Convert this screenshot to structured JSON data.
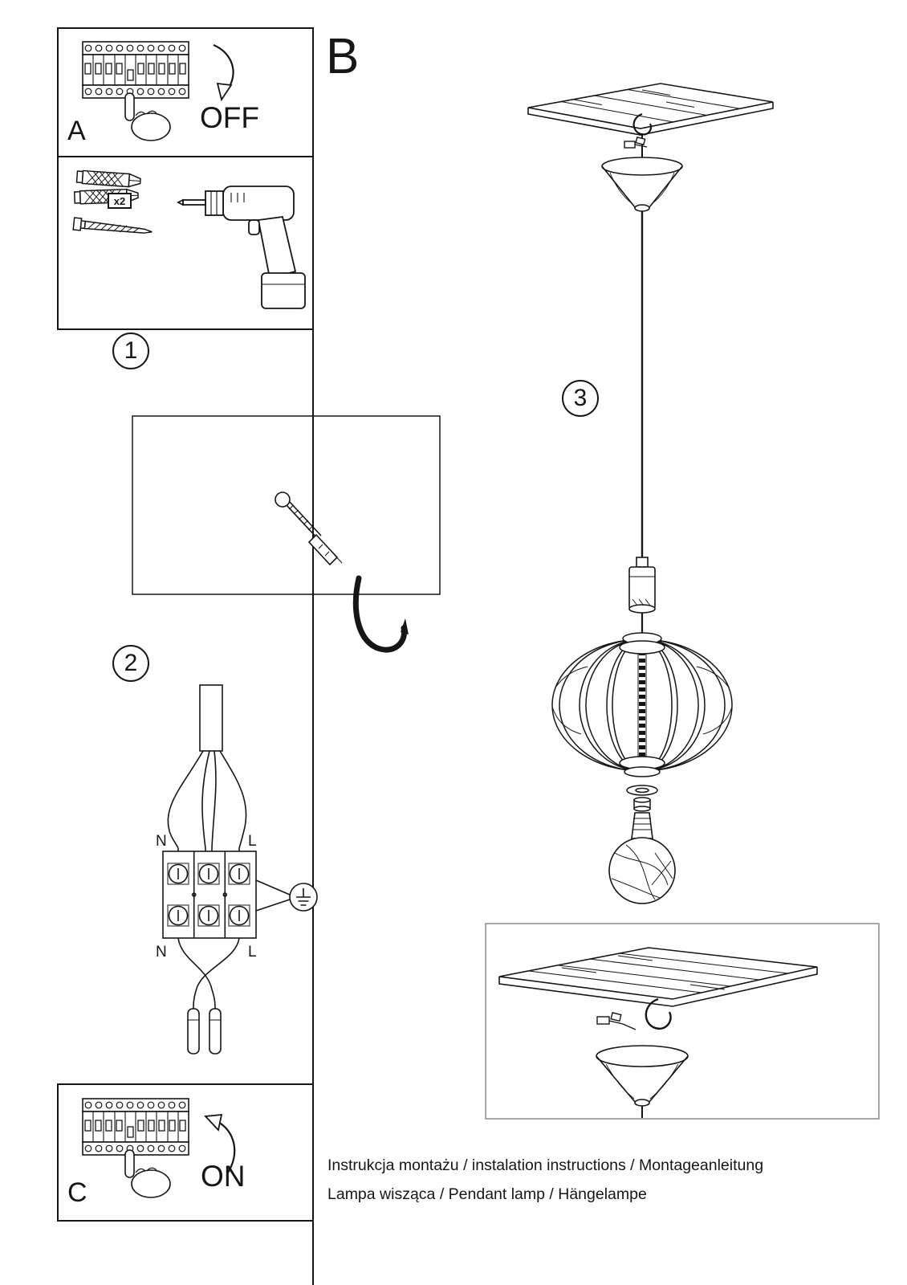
{
  "sections": {
    "a_label": "A",
    "b_label": "B",
    "c_label": "C"
  },
  "steps": {
    "one": "1",
    "two": "2",
    "three": "3"
  },
  "power": {
    "off": "OFF",
    "on": "ON"
  },
  "hardware": {
    "anchor_quantity": "x2"
  },
  "wiring": {
    "n_top": "N",
    "l_top": "L",
    "n_bottom": "N",
    "l_bottom": "L"
  },
  "footer": {
    "line1": "Instrukcja montażu / instalation instructions / Montageanleitung",
    "line2": "Lampa wisząca / Pendant lamp / Hängelampe"
  },
  "colors": {
    "ink": "#161616",
    "paper": "#ffffff",
    "detail_box_border": "#8a8a8a"
  },
  "icons": [
    "breaker-panel-icon",
    "pointing-hand-icon",
    "arrow-down-icon",
    "arrow-up-icon",
    "wall-plug-icon",
    "screw-icon",
    "drill-icon",
    "hook-anchor-icon",
    "ceiling-hook-icon",
    "power-cable-icon",
    "terminal-block-icon",
    "ground-symbol-icon",
    "wire-end-icon",
    "ceiling-panel-icon",
    "cord-grip-icon",
    "canopy-icon",
    "pendant-cord-icon",
    "lamp-socket-icon",
    "lampshade-icon",
    "washer-icon",
    "bulb-icon"
  ]
}
